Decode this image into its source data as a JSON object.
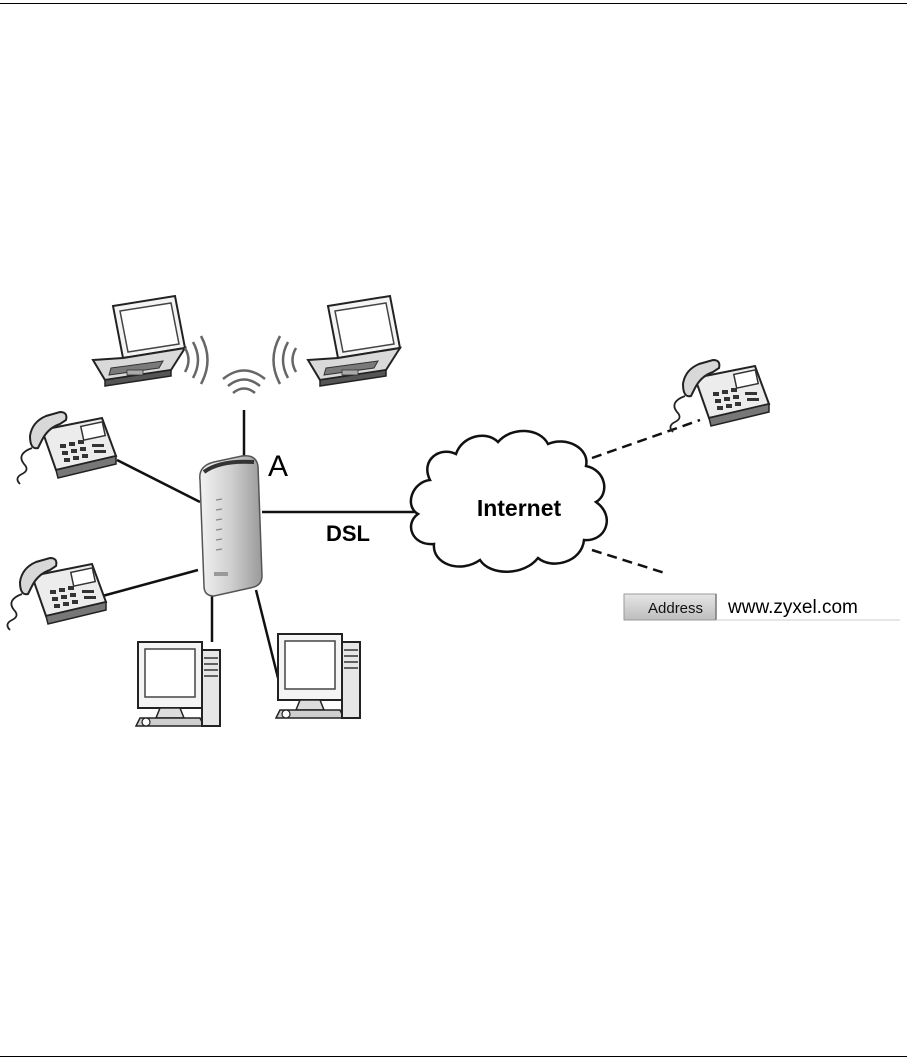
{
  "diagram": {
    "labels": {
      "router": "A",
      "link": "DSL",
      "cloud": "Internet"
    },
    "address_bar": {
      "label": "Address",
      "value": "www.zyxel.com"
    },
    "icons": [
      "laptop-icon",
      "phone-icon",
      "router-icon",
      "desktop-computer-icon",
      "cloud-icon",
      "wifi-signal-icon",
      "address-bar"
    ]
  }
}
